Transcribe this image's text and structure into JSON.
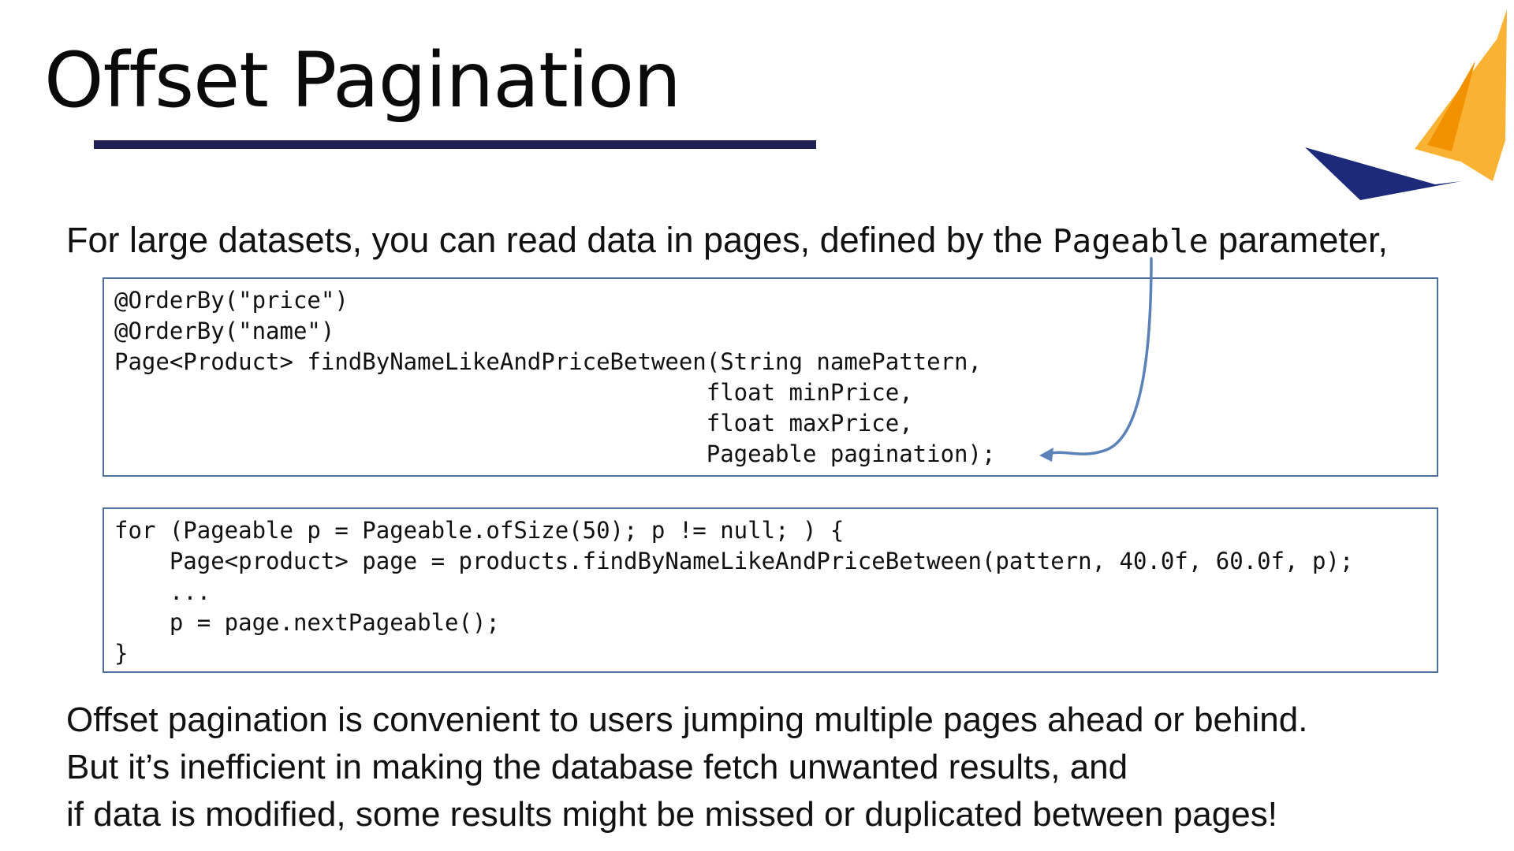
{
  "slide": {
    "title": "Offset Pagination",
    "intro": {
      "before": "For large datasets, you can read data in pages, defined by the ",
      "code": "Pageable",
      "after": " parameter,"
    },
    "code_block_1": [
      "@OrderBy(\"price\")",
      "@OrderBy(\"name\")",
      "Page<Product> findByNameLikeAndPriceBetween(String namePattern,",
      "                                           float minPrice,",
      "                                           float maxPrice,",
      "                                           Pageable pagination);"
    ],
    "code_block_2": [
      "for (Pageable p = Pageable.ofSize(50); p != null; ) {",
      "    Page<product> page = products.findByNameLikeAndPriceBetween(pattern, 40.0f, 60.0f, p);",
      "    ...",
      "    p = page.nextPageable();",
      "}"
    ],
    "closing": [
      "Offset pagination is convenient to users jumping multiple pages ahead or behind.",
      "But it’s inefficient in making the database fetch unwanted results, and",
      "if data is modified, some results might be missed or duplicated between pages!"
    ]
  },
  "colors": {
    "title_rule": "#1f1f52",
    "code_border": "#4f6f9f",
    "arrow": "#5b82b8",
    "logo_sail_light": "#f9b233",
    "logo_sail_mid": "#f39200",
    "logo_hull": "#1d2a7a"
  },
  "icons": {
    "logo": "sailboat-logo-icon",
    "arrow": "curved-arrow-icon"
  }
}
